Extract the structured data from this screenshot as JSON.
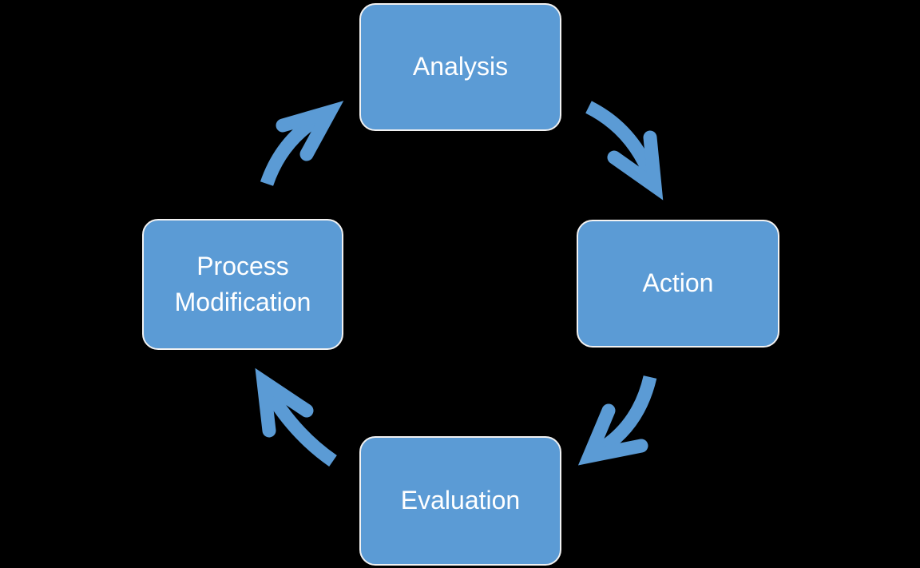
{
  "diagram": {
    "type": "cycle",
    "background_color": "#000000",
    "colors": {
      "node_fill": "#5B9BD5",
      "node_border": "#F2F2F2",
      "node_text": "#FFFFFF",
      "arrow": "#5B9BD5"
    },
    "nodes": [
      {
        "id": "analysis",
        "label": "Analysis",
        "position": "top"
      },
      {
        "id": "action",
        "label": "Action",
        "position": "right"
      },
      {
        "id": "evaluation",
        "label": "Evaluation",
        "position": "bottom"
      },
      {
        "id": "process-modification",
        "label": "Process Modification",
        "position": "left"
      }
    ],
    "arrows": [
      {
        "from": "Analysis",
        "to": "Action",
        "direction": "down-right"
      },
      {
        "from": "Action",
        "to": "Evaluation",
        "direction": "down-left"
      },
      {
        "from": "Evaluation",
        "to": "Process Modification",
        "direction": "up-left"
      },
      {
        "from": "Process Modification",
        "to": "Analysis",
        "direction": "up-right"
      }
    ]
  }
}
